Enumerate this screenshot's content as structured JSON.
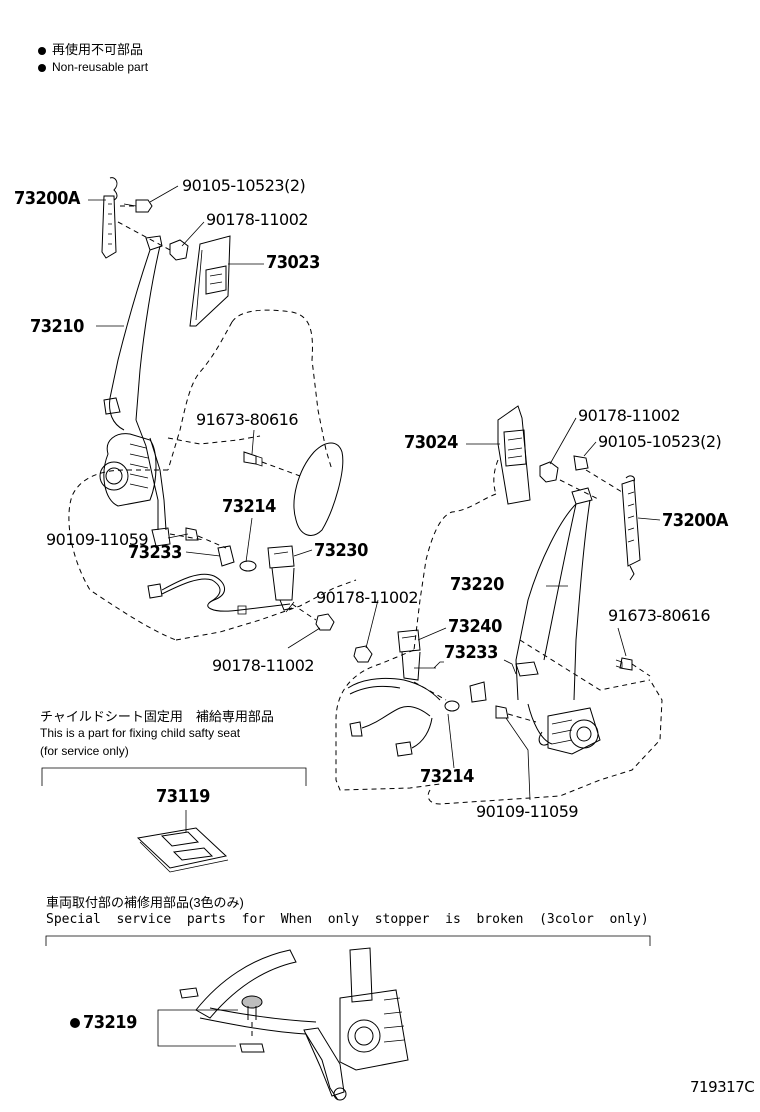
{
  "legend": {
    "jp": "再使用不可部品",
    "en": "Non-reusable part"
  },
  "left_assembly": {
    "p73200A": "73200A",
    "p90105": "90105-10523(2)",
    "p90178_top": "90178-11002",
    "p73023": "73023",
    "p73210": "73210",
    "p91673": "91673-80616",
    "p73214": "73214",
    "p90109": "90109-11059",
    "p73233": "73233",
    "p73230": "73230",
    "p90178_mid": "90178-11002",
    "p90178_bottom": "90178-11002"
  },
  "right_assembly": {
    "p90178": "90178-11002",
    "p73024": "73024",
    "p90105": "90105-10523(2)",
    "p73200A": "73200A",
    "p73220": "73220",
    "p91673": "91673-80616",
    "p73240": "73240",
    "p73233": "73233",
    "p73214": "73214",
    "p90109": "90109-11059"
  },
  "child_seat": {
    "jp": "チャイルドシート固定用　補給専用部品",
    "en1": "This is a part for fixing child safty seat",
    "en2": "(for service only)",
    "part": "73119"
  },
  "stopper": {
    "jp": "車両取付部の補修用部品(3色のみ)",
    "en": "Special  service  parts  for  When  only  stopper  is  broken  (3color  only)",
    "part": "73219"
  },
  "figure_code": "719317C"
}
